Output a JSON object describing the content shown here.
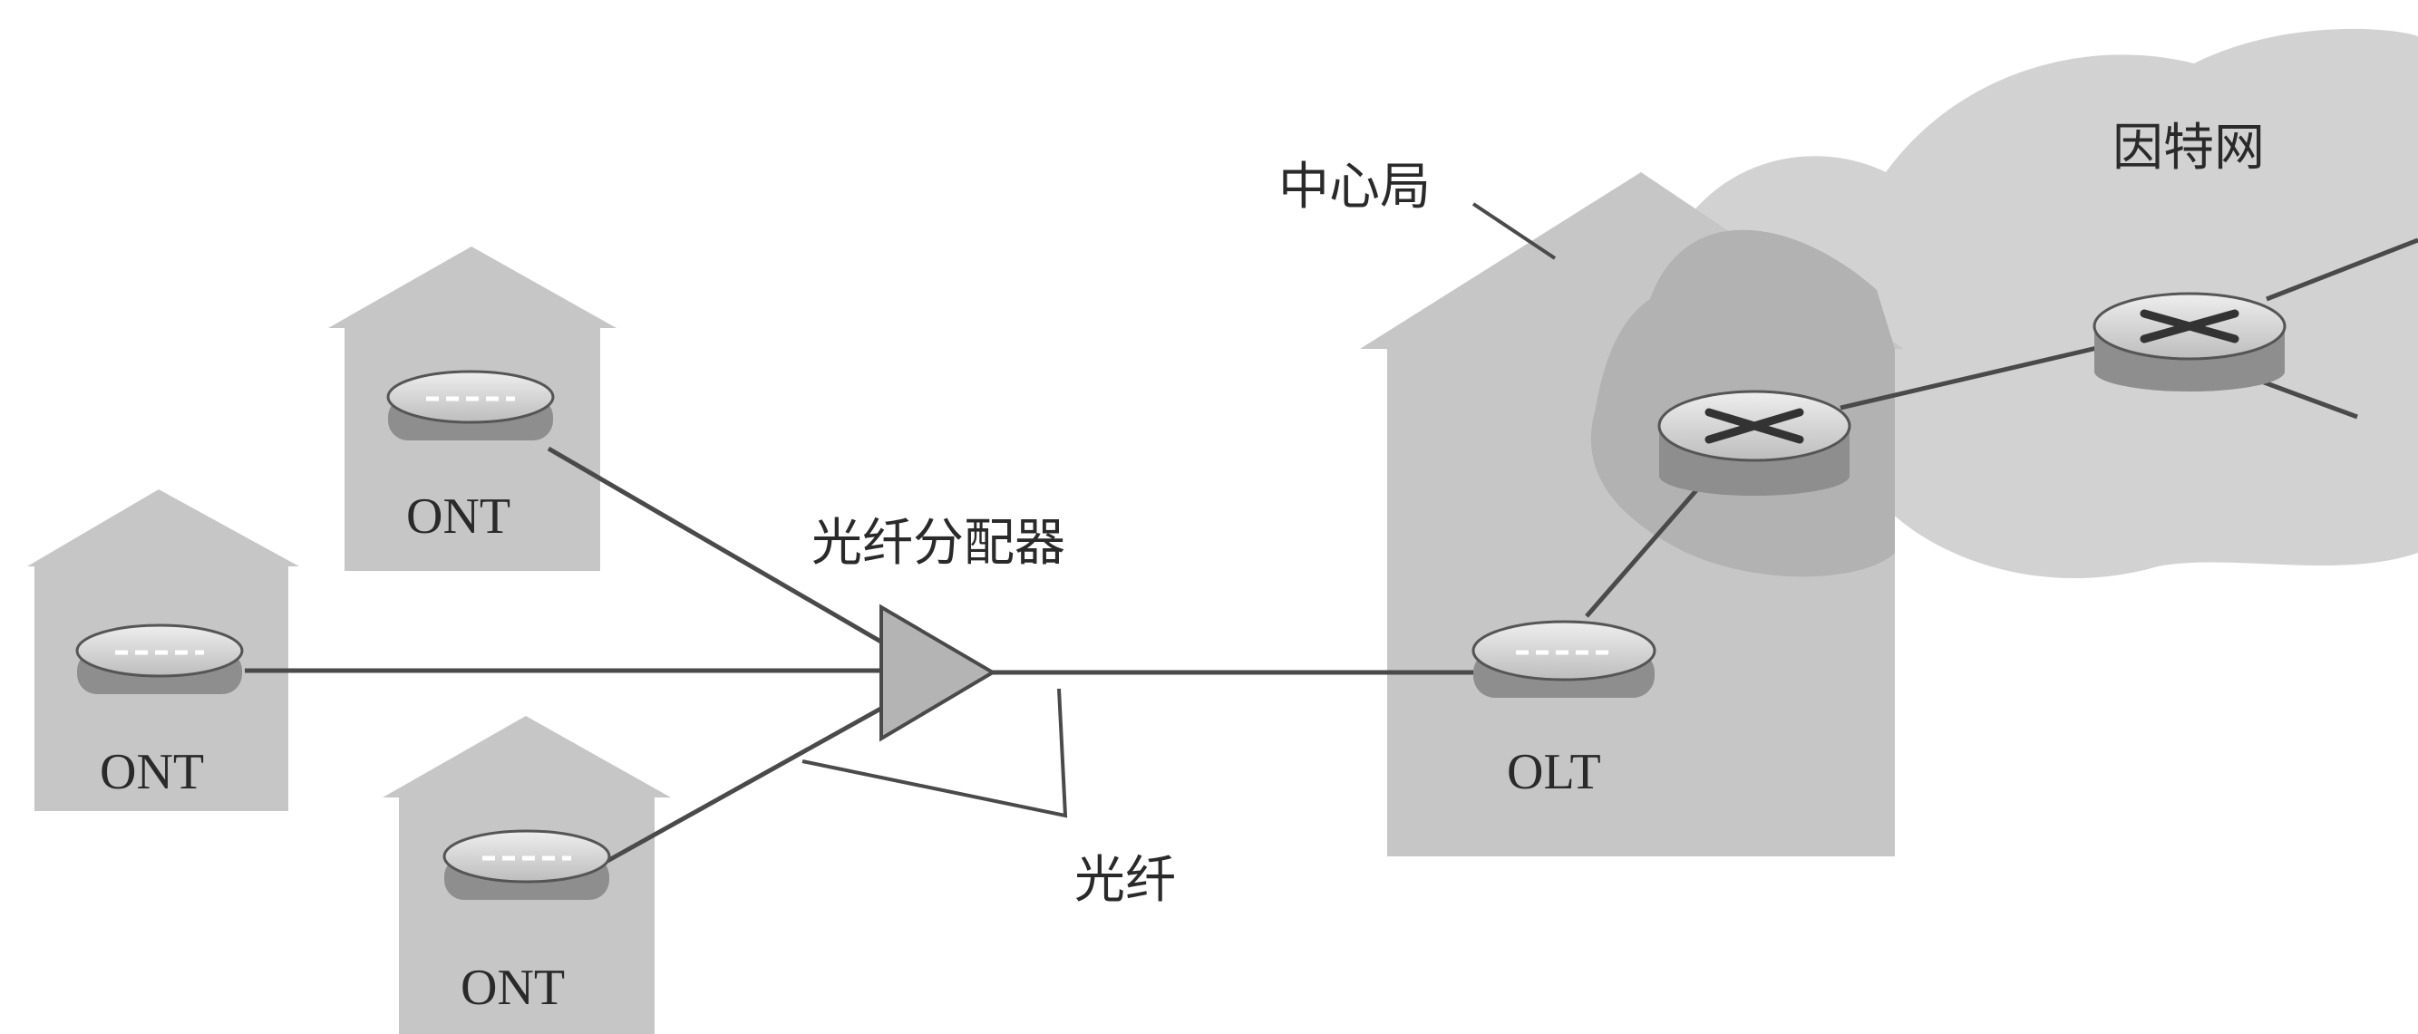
{
  "labels": {
    "central_office": "中心局",
    "internet": "因特网",
    "splitter": "光纤分配器",
    "fiber": "光纤",
    "ont": "ONT",
    "olt": "OLT"
  },
  "colors": {
    "background": "#ffffff",
    "house": "#c6c6c6",
    "cloud": "#d2d2d2",
    "cloud_overlap": "#b2b2b2",
    "line": "#4a4a4a",
    "device_top": "#d8d8d8",
    "device_side": "#8e8e8e",
    "splitter": "#b4b4b4",
    "text": "#2a2a2a"
  }
}
